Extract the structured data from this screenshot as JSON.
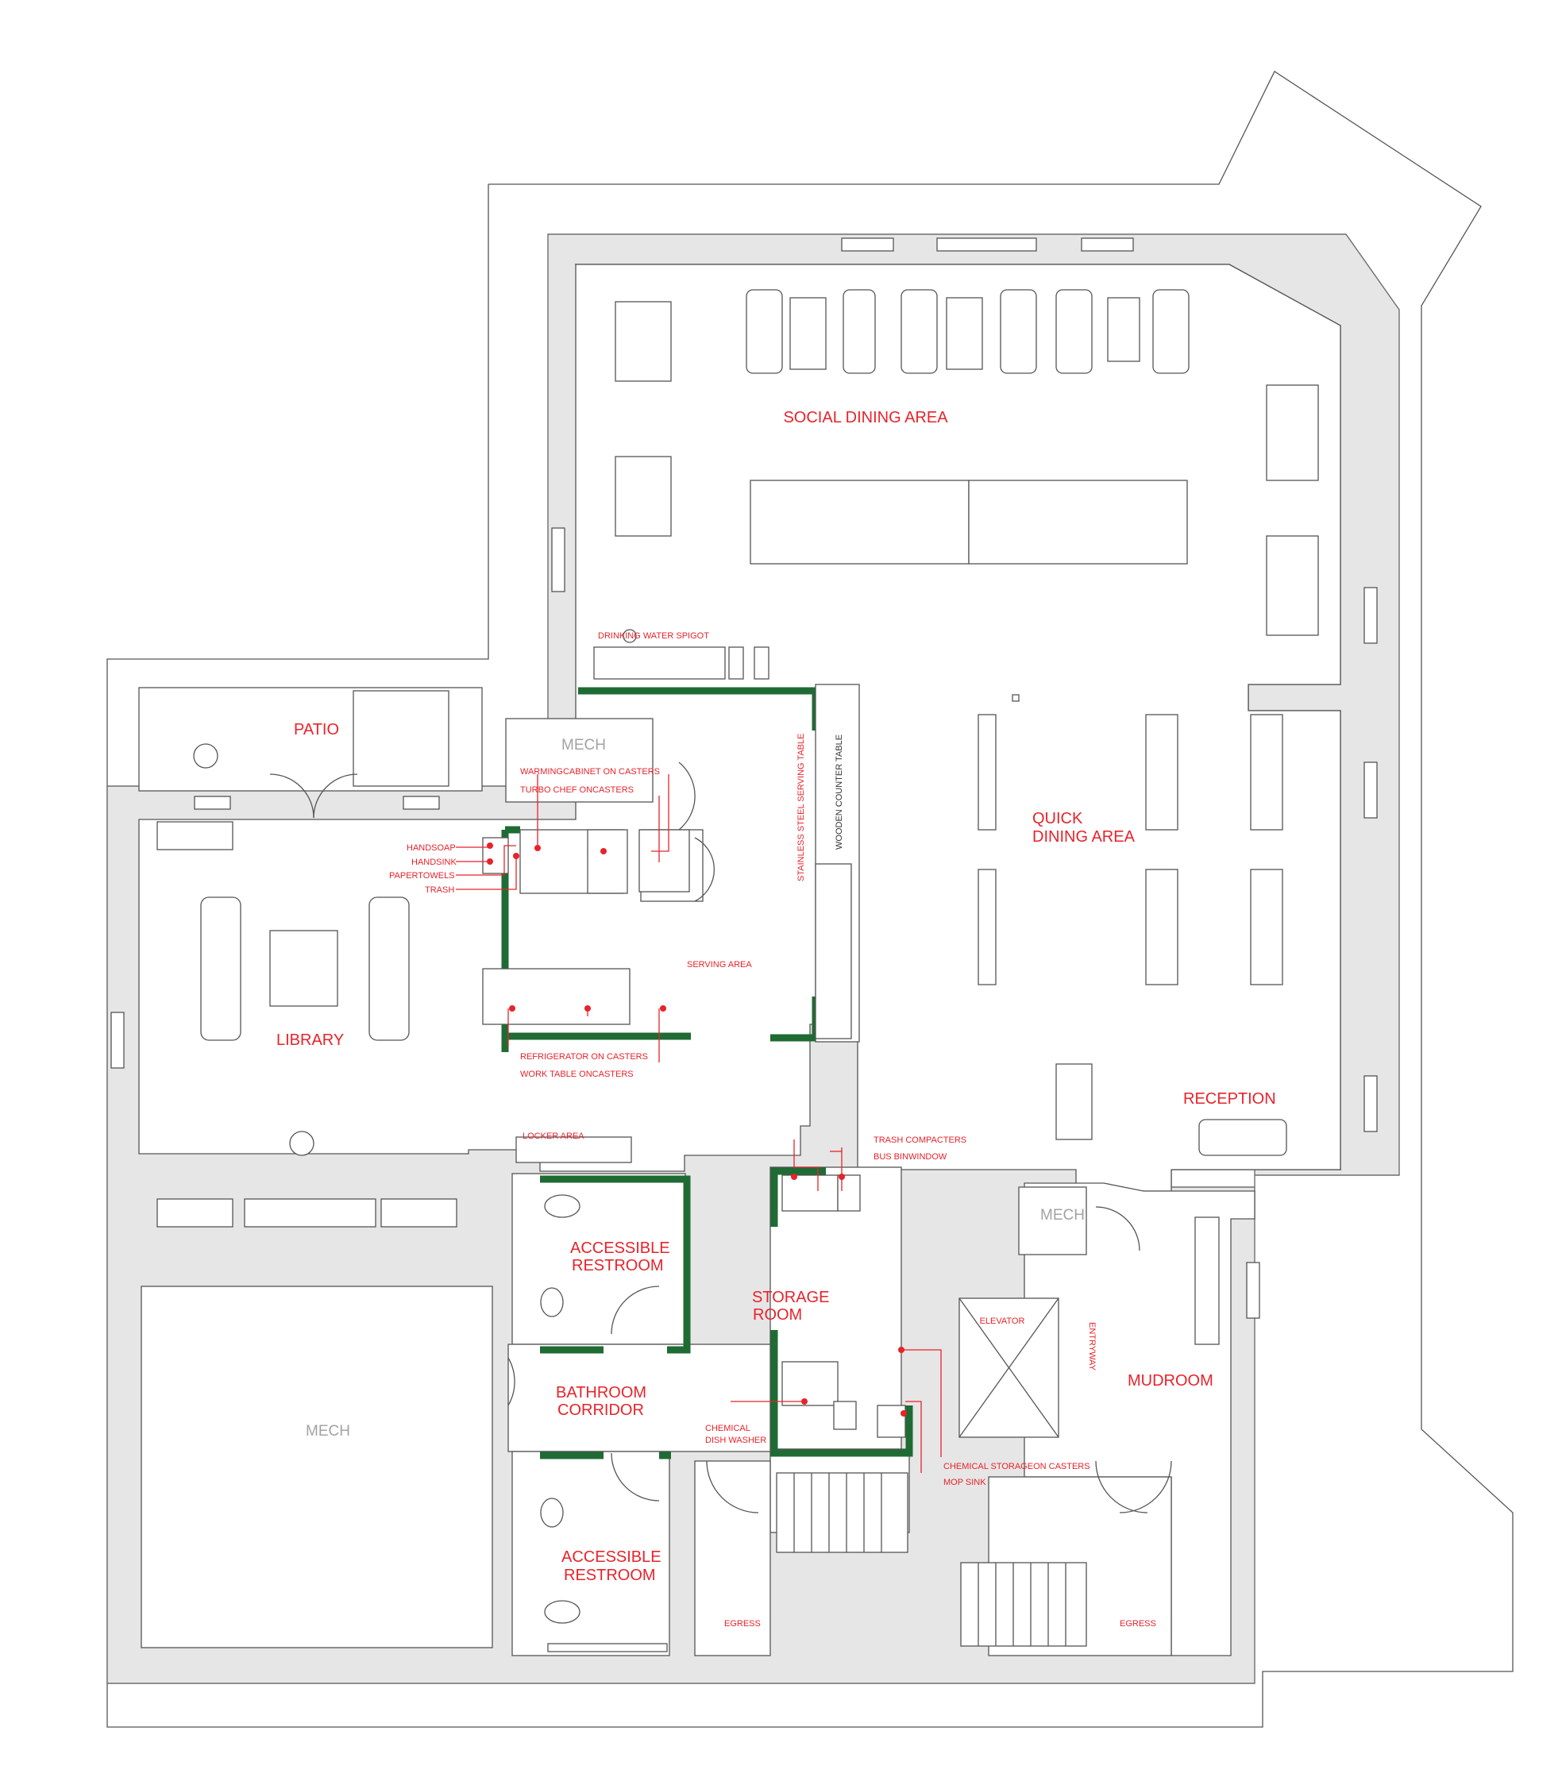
{
  "rooms": {
    "social_dining": "SOCIAL DINING AREA",
    "quick_dining_1": "QUICK",
    "quick_dining_2": "DINING AREA",
    "patio": "PATIO",
    "library": "LIBRARY",
    "reception": "RECEPTION",
    "accessible_restroom_1a": "ACCESSIBLE",
    "accessible_restroom_1b": "RESTROOM",
    "accessible_restroom_2a": "ACCESSIBLE",
    "accessible_restroom_2b": "RESTROOM",
    "bathroom_corridor_1": "BATHROOM",
    "bathroom_corridor_2": "CORRIDOR",
    "storage_room_1": "STORAGE",
    "storage_room_2": "ROOM",
    "mudroom": "MUDROOM",
    "mech_kitchen": "MECH",
    "mech_large": "MECH",
    "mech_mudroom": "MECH"
  },
  "labels": {
    "drinking_water": "DRINKING WATER SPIGOT",
    "warming_cabinet": "WARMINGCABINET ON CASTERS",
    "turbo_chef": "TURBO CHEF ONCASTERS",
    "handsoap": "HANDSOAP",
    "handsink": "HANDSINK",
    "papertowels": "PAPERTOWELS",
    "trash": "TRASH",
    "stainless_table": "STAINLESS STEEL SERVING TABLE",
    "wooden_counter": "WOODEN COUNTER TABLE",
    "serving_area": "SERVING AREA",
    "refrigerator": "REFRIGERATOR ON CASTERS",
    "work_table": "WORK TABLE ONCASTERS",
    "locker_area": "LOCKER AREA",
    "trash_compacters": "TRASH COMPACTERS",
    "bus_bin_window": "BUS BINWINDOW",
    "chemical_dish_1": "CHEMICAL",
    "chemical_dish_2": "DISH WASHER",
    "chemical_storage": "CHEMICAL STORAGEON CASTERS",
    "mop_sink": "MOP SINK",
    "elevator": "ELEVATOR",
    "entryway": "ENTRYWAY",
    "egress_1": "EGRESS",
    "egress_2": "EGRESS"
  },
  "colors": {
    "label_red": "#e8232b",
    "kitchen_wall_green": "#1f6b34",
    "wall_fill": "#e6e6e6",
    "mech_gray": "#a3a3a3"
  }
}
